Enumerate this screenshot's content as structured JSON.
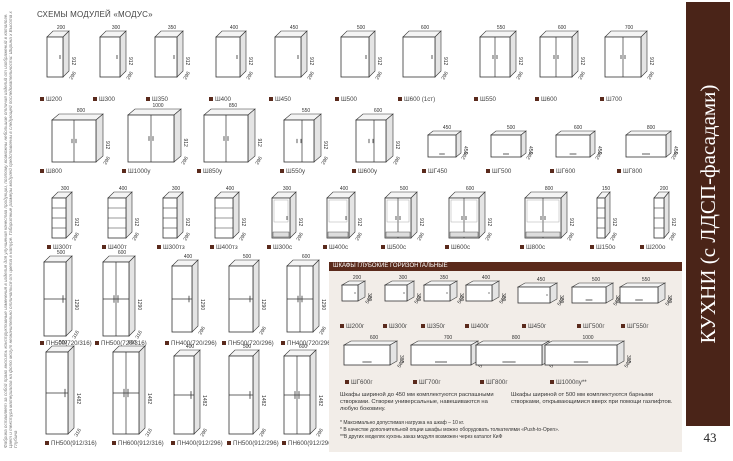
{
  "page_title": "СХЕМЫ МОДУЛЕЙ «МОДУС»",
  "side_title": "КУХНИ (с ЛДСП-фасадами)",
  "page_number": "43",
  "side_note": "Фабрика оставляет за собой право вносить конструктивные изменения в изделия для улучшения качества продукции, поэтому возможны небольшие отличия изделий от изображений в каталоге. Цвет и текстура материалов на фото могут незначительно отличаться от цвета в натуре. Габаритные размеры модулей представлены в следующей последовательности: Ширина х Высота х Глубина",
  "modules": [
    {
      "label": "Ш200",
      "w": "200",
      "h": "912",
      "d": "296"
    },
    {
      "label": "Ш300",
      "w": "300",
      "h": "912",
      "d": "296"
    },
    {
      "label": "Ш350",
      "w": "350",
      "h": "912",
      "d": "296"
    },
    {
      "label": "Ш400",
      "w": "400",
      "h": "912",
      "d": "296"
    },
    {
      "label": "Ш450",
      "w": "450",
      "h": "912",
      "d": "296"
    },
    {
      "label": "Ш500",
      "w": "500",
      "h": "912",
      "d": "296"
    },
    {
      "label": "Ш600 (1ст)",
      "w": "600",
      "h": "912",
      "d": "296"
    },
    {
      "label": "Ш550",
      "w": "550",
      "h": "912",
      "d": "296"
    },
    {
      "label": "Ш600",
      "w": "600",
      "h": "912",
      "d": "296"
    },
    {
      "label": "Ш700",
      "w": "700",
      "h": "912",
      "d": "296"
    },
    {
      "label": "Ш800",
      "w": "800",
      "h": "912",
      "d": "296"
    },
    {
      "label": "Ш1000у",
      "w": "1000",
      "h": "912",
      "d": "296"
    },
    {
      "label": "Ш850у",
      "w": "850",
      "h": "912",
      "d": "296"
    },
    {
      "label": "Ш550у",
      "w": "550",
      "h": "912",
      "d": "296"
    },
    {
      "label": "Ш600у",
      "w": "600",
      "h": "912",
      "d": "296"
    },
    {
      "label": "ШГ450",
      "w": "450",
      "h": "456",
      "d": "296"
    },
    {
      "label": "ШГ500",
      "w": "500",
      "h": "456",
      "d": "296"
    },
    {
      "label": "ШГ600",
      "w": "600",
      "h": "456",
      "d": "296"
    },
    {
      "label": "ШГ800",
      "w": "800",
      "h": "456",
      "d": "296"
    },
    {
      "label": "Ш300т",
      "w": "300",
      "h": "912",
      "d": "296"
    },
    {
      "label": "Ш400т",
      "w": "400",
      "h": "912",
      "d": "296"
    },
    {
      "label": "Ш300тз",
      "w": "300",
      "h": "912",
      "d": "296"
    },
    {
      "label": "Ш400тз",
      "w": "400",
      "h": "912",
      "d": "296"
    },
    {
      "label": "Ш300с",
      "w": "300",
      "h": "912",
      "d": "296"
    },
    {
      "label": "Ш400с",
      "w": "400",
      "h": "912",
      "d": "296"
    },
    {
      "label": "Ш500с",
      "w": "500",
      "h": "912",
      "d": "296"
    },
    {
      "label": "Ш600с",
      "w": "600",
      "h": "912",
      "d": "296"
    },
    {
      "label": "Ш800с",
      "w": "800",
      "h": "912",
      "d": "296"
    },
    {
      "label": "Ш150о",
      "w": "150",
      "h": "912",
      "d": "296"
    },
    {
      "label": "Ш200о",
      "w": "200",
      "h": "912",
      "d": "296"
    },
    {
      "label": "ПН500(720/316)",
      "w": "500",
      "h": "1290",
      "d": "316"
    },
    {
      "label": "ПН500(720/316)",
      "w": "600",
      "h": "1290",
      "d": "316"
    },
    {
      "label": "ПН400(720/296)",
      "w": "400",
      "h": "1290",
      "d": "296"
    },
    {
      "label": "ПН500(720/296)",
      "w": "500",
      "h": "1290",
      "d": "296"
    },
    {
      "label": "ПН400(720/296)",
      "w": "600",
      "h": "1290",
      "d": "296"
    },
    {
      "label": "ПН500(912/316)",
      "w": "500",
      "h": "1482",
      "d": "316"
    },
    {
      "label": "ПН600(912/316)",
      "w": "600",
      "h": "1482",
      "d": "316"
    },
    {
      "label": "ПН400(912/296)",
      "w": "400",
      "h": "1482",
      "d": "296"
    },
    {
      "label": "ПН500(912/296)",
      "w": "500",
      "h": "1482",
      "d": "296"
    },
    {
      "label": "ПН600(912/296)",
      "w": "600",
      "h": "1482",
      "d": "296"
    }
  ],
  "deep_section": {
    "title": "ШКАФЫ ГЛУБОКИЕ ГОРИЗОНТАЛЬНЫЕ",
    "modules": [
      {
        "label": "Ш200г",
        "w": "200",
        "h": "380",
        "d": "562"
      },
      {
        "label": "Ш300г",
        "w": "300",
        "h": "380",
        "d": "562"
      },
      {
        "label": "Ш350г",
        "w": "350",
        "h": "380",
        "d": "562"
      },
      {
        "label": "Ш400г",
        "w": "400",
        "h": "380",
        "d": "562"
      },
      {
        "label": "Ш450г",
        "w": "450",
        "h": "380",
        "d": "562"
      },
      {
        "label": "ШГ500г",
        "w": "500",
        "h": "380",
        "d": "562"
      },
      {
        "label": "ШГ550г",
        "w": "550",
        "h": "380",
        "d": "562"
      },
      {
        "label": "ШГ600г",
        "w": "600",
        "h": "380",
        "d": "562"
      },
      {
        "label": "ШГ700г",
        "w": "700",
        "h": "380",
        "d": "562"
      },
      {
        "label": "ШГ800г",
        "w": "800",
        "h": "380",
        "d": "562"
      },
      {
        "label": "Ш1000пу**",
        "w": "1000",
        "h": "380",
        "d": "562"
      }
    ],
    "note_left": "Шкафы шириной до 450 мм комплектуются распашными створками. Створки универсальные, навешиваются на любую боковину.",
    "note_right": "Шкафы шириной от 500 мм комплектуются барными створками, открывающимися вверх при помощи газлифтов.",
    "footnotes": [
      "* Максимально допустимая нагрузка на шкаф – 10 кг.",
      "* В качестве дополнительной опции шкафы можно оборудовать толкателями «Push-to-Open».",
      "**В других моделях кухонь заказ модуля возможен через каталог КиФ"
    ]
  },
  "colors": {
    "brand": "#4a2418",
    "bar": "#5b2a1b",
    "line": "#333333",
    "panel": "#f2ede8"
  }
}
